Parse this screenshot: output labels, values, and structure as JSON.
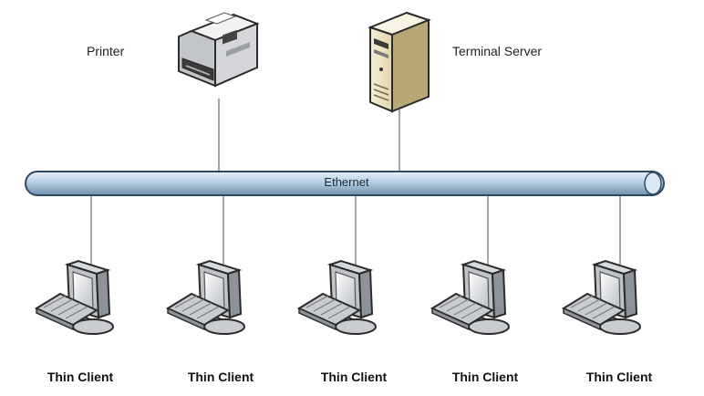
{
  "devices": {
    "printer": {
      "label": "Printer",
      "icon": "printer-icon"
    },
    "server": {
      "label": "Terminal Server",
      "icon": "server-tower-icon"
    }
  },
  "network": {
    "label": "Ethernet",
    "color": "#b7cfe3"
  },
  "clients": [
    {
      "label": "Thin Client",
      "icon": "monitor-icon"
    },
    {
      "label": "Thin Client",
      "icon": "monitor-icon"
    },
    {
      "label": "Thin Client",
      "icon": "monitor-icon"
    },
    {
      "label": "Thin Client",
      "icon": "monitor-icon"
    },
    {
      "label": "Thin Client",
      "icon": "monitor-icon"
    }
  ]
}
